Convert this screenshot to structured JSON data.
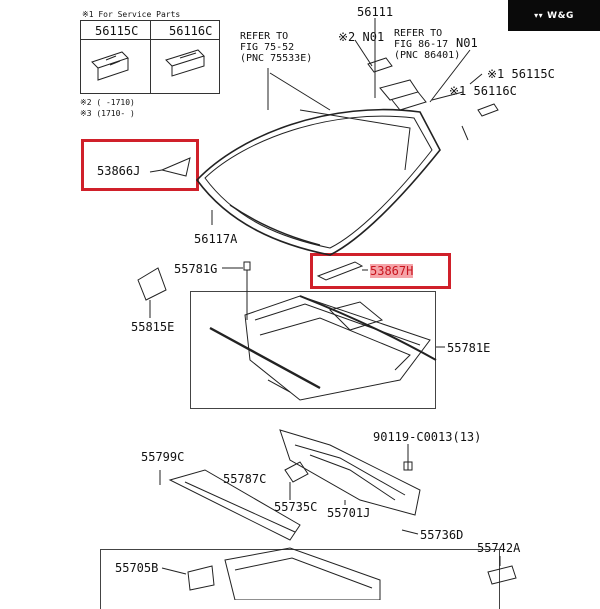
{
  "brand": {
    "text": "W&G",
    "mark_icon": "wing-logo-icon"
  },
  "service_parts": {
    "header": "※1 For Service Parts",
    "col1": "56115C",
    "col2": "56116C"
  },
  "notes": {
    "note2": "※2 (    -1710)",
    "note3": "※3 (1710-    )"
  },
  "refs": {
    "ref1_line1": "REFER TO",
    "ref1_line2": "FIG 75-52",
    "ref1_line3": "(PNC 75533E)",
    "ref2_line1": "REFER TO",
    "ref2_line2": "FIG 86-17",
    "ref2_line3": "(PNC 86401)"
  },
  "parts": {
    "p56111": "56111",
    "n01a": "※2 N01",
    "n01b": "N01",
    "p56115c": "※1 56115C",
    "p56116c": "※1 56116C",
    "p53866j": "53866J",
    "p56117a": "56117A",
    "p55781g": "55781G",
    "p53867h": "53867H",
    "p55815e": "55815E",
    "p55781e": "55781E",
    "p90119": "90119-C0013(13)",
    "p55799c": "55799C",
    "p55787c": "55787C",
    "p55735c": "55735C",
    "p55701j": "55701J",
    "p55736d": "55736D",
    "p55742a": "55742A",
    "p55705b": "55705B"
  },
  "highlight_color": "#d0202a"
}
